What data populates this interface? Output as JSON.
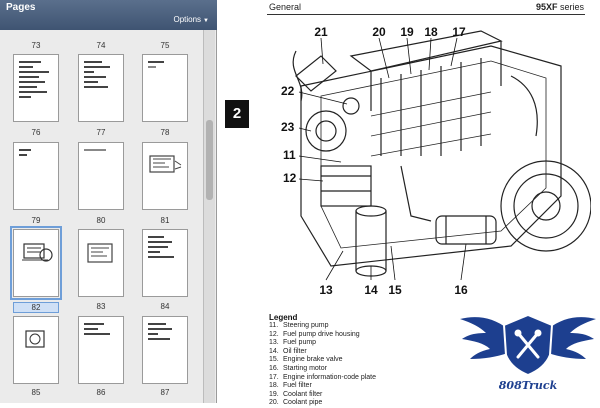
{
  "panel": {
    "title": "Pages",
    "options_label": "Options"
  },
  "page_labels_top": [
    "73",
    "74",
    "75"
  ],
  "thumbnail_rows": [
    [
      "76",
      "77",
      "78"
    ],
    [
      "79",
      "80",
      "81"
    ],
    [
      "82",
      "83",
      "84"
    ],
    [
      "85",
      "86",
      "87"
    ]
  ],
  "selected_page": "82",
  "page": {
    "tab_number": "2",
    "section": "General",
    "series_model": "95XF",
    "series_word": "series",
    "callouts": [
      "21",
      "20",
      "19",
      "18",
      "17",
      "22",
      "23",
      "11",
      "12",
      "13",
      "14",
      "15",
      "16"
    ],
    "legend_title": "Legend",
    "legend": [
      [
        "11.",
        "Steering pump"
      ],
      [
        "12.",
        "Fuel pump drive housing"
      ],
      [
        "13.",
        "Fuel pump"
      ],
      [
        "14.",
        "Oil filter"
      ],
      [
        "15.",
        "Engine brake valve"
      ],
      [
        "16.",
        "Starting motor"
      ],
      [
        "17.",
        "Engine information-code plate"
      ],
      [
        "18.",
        "Fuel filter"
      ],
      [
        "19.",
        "Coolant filter"
      ],
      [
        "20.",
        "Coolant pipe"
      ]
    ]
  },
  "logo": {
    "text": "808Truck",
    "color": "#1d3f8f"
  }
}
